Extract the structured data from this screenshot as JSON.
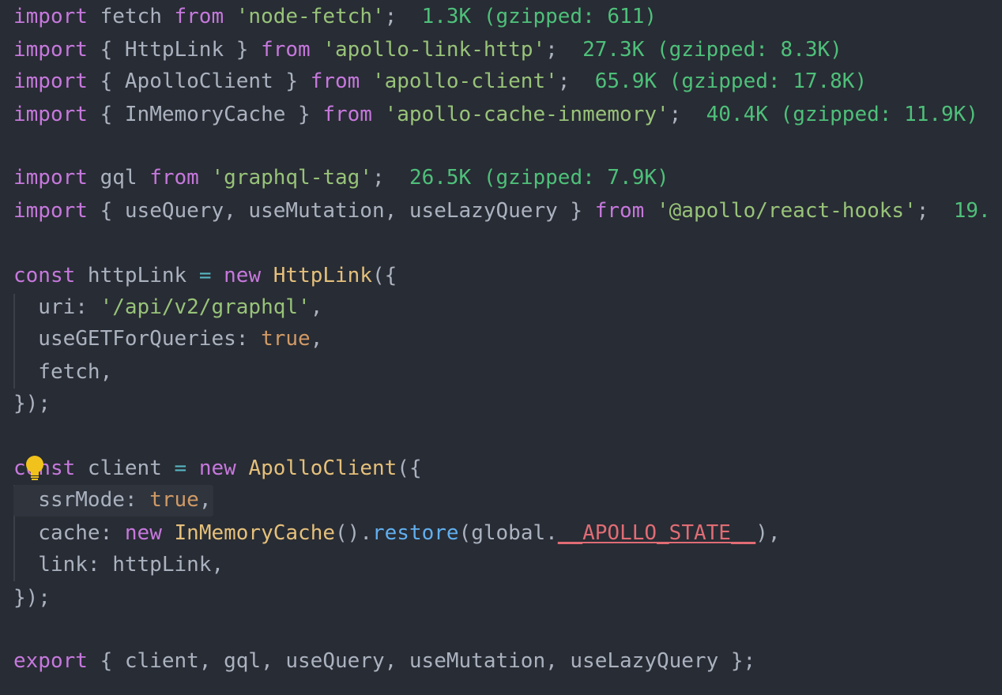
{
  "editor": {
    "theme_colors": {
      "background": "#282c34",
      "keyword": "#c678dd",
      "string": "#98c379",
      "class": "#e5c07b",
      "operator": "#56b6c2",
      "boolean": "#d19a66",
      "function": "#61afef",
      "global": "#e06c75",
      "size_annotation": "#4ec07a",
      "plain": "#abb2bf"
    },
    "lines": [
      [
        {
          "t": "import",
          "c": "kw"
        },
        {
          "t": " fetch ",
          "c": "plain"
        },
        {
          "t": "from",
          "c": "kw"
        },
        {
          "t": " ",
          "c": "plain"
        },
        {
          "t": "'node-fetch'",
          "c": "str"
        },
        {
          "t": ";",
          "c": "plain"
        },
        {
          "t": "  1.3K (gzipped: 611)",
          "c": "size"
        }
      ],
      [
        {
          "t": "import",
          "c": "kw"
        },
        {
          "t": " { HttpLink } ",
          "c": "plain"
        },
        {
          "t": "from",
          "c": "kw"
        },
        {
          "t": " ",
          "c": "plain"
        },
        {
          "t": "'apollo-link-http'",
          "c": "str"
        },
        {
          "t": ";",
          "c": "plain"
        },
        {
          "t": "  27.3K (gzipped: 8.3K)",
          "c": "size"
        }
      ],
      [
        {
          "t": "import",
          "c": "kw"
        },
        {
          "t": " { ApolloClient } ",
          "c": "plain"
        },
        {
          "t": "from",
          "c": "kw"
        },
        {
          "t": " ",
          "c": "plain"
        },
        {
          "t": "'apollo-client'",
          "c": "str"
        },
        {
          "t": ";",
          "c": "plain"
        },
        {
          "t": "  65.9K (gzipped: 17.8K)",
          "c": "size"
        }
      ],
      [
        {
          "t": "import",
          "c": "kw"
        },
        {
          "t": " { InMemoryCache } ",
          "c": "plain"
        },
        {
          "t": "from",
          "c": "kw"
        },
        {
          "t": " ",
          "c": "plain"
        },
        {
          "t": "'apollo-cache-inmemory'",
          "c": "str"
        },
        {
          "t": ";",
          "c": "plain"
        },
        {
          "t": "  40.4K (gzipped: 11.9K)",
          "c": "size"
        }
      ],
      [],
      [
        {
          "t": "import",
          "c": "kw"
        },
        {
          "t": " gql ",
          "c": "plain"
        },
        {
          "t": "from",
          "c": "kw"
        },
        {
          "t": " ",
          "c": "plain"
        },
        {
          "t": "'graphql-tag'",
          "c": "str"
        },
        {
          "t": ";",
          "c": "plain"
        },
        {
          "t": "  26.5K (gzipped: 7.9K)",
          "c": "size"
        }
      ],
      [
        {
          "t": "import",
          "c": "kw"
        },
        {
          "t": " { useQuery, useMutation, useLazyQuery } ",
          "c": "plain"
        },
        {
          "t": "from",
          "c": "kw"
        },
        {
          "t": " ",
          "c": "plain"
        },
        {
          "t": "'@apollo/react-hooks'",
          "c": "str"
        },
        {
          "t": ";",
          "c": "plain"
        },
        {
          "t": "  19.",
          "c": "size"
        }
      ],
      [],
      [
        {
          "t": "const",
          "c": "kw"
        },
        {
          "t": " httpLink ",
          "c": "plain"
        },
        {
          "t": "=",
          "c": "op"
        },
        {
          "t": " ",
          "c": "plain"
        },
        {
          "t": "new",
          "c": "kw"
        },
        {
          "t": " ",
          "c": "plain"
        },
        {
          "t": "HttpLink",
          "c": "cls"
        },
        {
          "t": "({",
          "c": "plain"
        }
      ],
      [
        {
          "t": "  uri: ",
          "c": "plain"
        },
        {
          "t": "'/api/v2/graphql'",
          "c": "str"
        },
        {
          "t": ",",
          "c": "plain"
        }
      ],
      [
        {
          "t": "  useGETForQueries: ",
          "c": "plain"
        },
        {
          "t": "true",
          "c": "bool"
        },
        {
          "t": ",",
          "c": "plain"
        }
      ],
      [
        {
          "t": "  fetch,",
          "c": "plain"
        }
      ],
      [
        {
          "t": "});",
          "c": "plain"
        }
      ],
      [],
      [
        {
          "t": "const",
          "c": "kw"
        },
        {
          "t": " client ",
          "c": "plain"
        },
        {
          "t": "=",
          "c": "op"
        },
        {
          "t": " ",
          "c": "plain"
        },
        {
          "t": "new",
          "c": "kw"
        },
        {
          "t": " ",
          "c": "plain"
        },
        {
          "t": "ApolloClient",
          "c": "cls"
        },
        {
          "t": "({",
          "c": "plain"
        }
      ],
      [
        {
          "t": "  ssrMode: ",
          "c": "plain"
        },
        {
          "t": "true",
          "c": "bool"
        },
        {
          "t": ",",
          "c": "plain"
        }
      ],
      [
        {
          "t": "  cache: ",
          "c": "plain"
        },
        {
          "t": "new",
          "c": "kw"
        },
        {
          "t": " ",
          "c": "plain"
        },
        {
          "t": "InMemoryCache",
          "c": "cls"
        },
        {
          "t": "().",
          "c": "plain"
        },
        {
          "t": "restore",
          "c": "fn"
        },
        {
          "t": "(global.",
          "c": "plain"
        },
        {
          "t": "__APOLLO_STATE__",
          "c": "glob"
        },
        {
          "t": "),",
          "c": "plain"
        }
      ],
      [
        {
          "t": "  link: httpLink,",
          "c": "plain"
        }
      ],
      [
        {
          "t": "});",
          "c": "plain"
        }
      ],
      [],
      [
        {
          "t": "export",
          "c": "kw"
        },
        {
          "t": " { client, gql, useQuery, useMutation, useLazyQuery };",
          "c": "plain"
        }
      ]
    ],
    "lightbulb_icon": "lightbulb-icon"
  }
}
